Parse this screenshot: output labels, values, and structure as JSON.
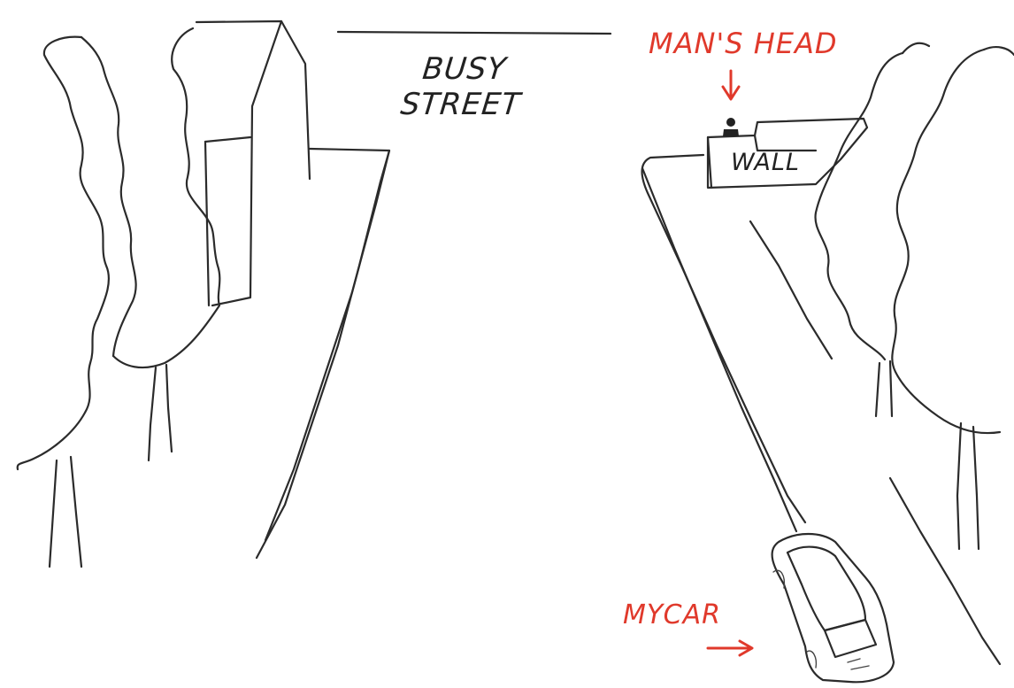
{
  "labels": {
    "street": [
      "BUSY",
      "STREET"
    ],
    "wall": "WALL",
    "mans_head": "MAN'S HEAD",
    "my_car": "MYCAR"
  },
  "colors": {
    "ink": "#2b2b2b",
    "annotation_red": "#e0392b",
    "paper": "#ffffff"
  }
}
